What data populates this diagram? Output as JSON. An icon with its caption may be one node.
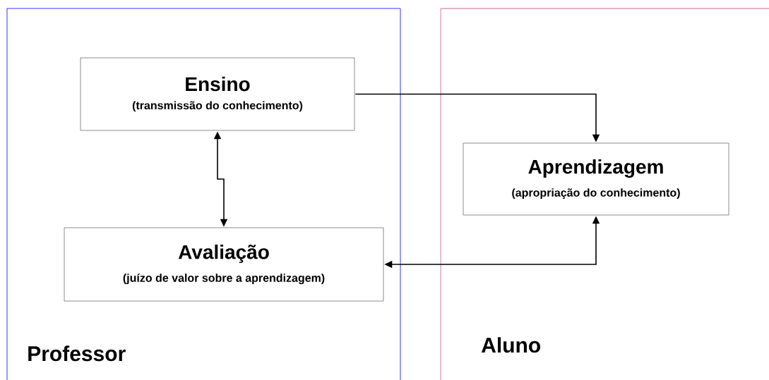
{
  "diagram": {
    "nodes": [
      {
        "text": [
          "Professor"
        ]
      },
      {
        "text": [
          "Ensino",
          "(transmissão do conhecimento)"
        ],
        "in": 0
      },
      {
        "text": [
          "Avaliação",
          "(juízo de valor sobre a aprendizagem)"
        ],
        "in": 0
      },
      {
        "text": [
          "Aluno"
        ]
      },
      {
        "text": [
          "Aprendizagem",
          "(apropriação do conhecimento)"
        ],
        "in": 3
      }
    ],
    "edges": [
      {
        "from": 1,
        "to": 4,
        "arrow": "to"
      },
      {
        "from": 1,
        "to": 2,
        "arrow": "both"
      },
      {
        "from": 4,
        "to": 2,
        "arrow": "both"
      }
    ]
  }
}
